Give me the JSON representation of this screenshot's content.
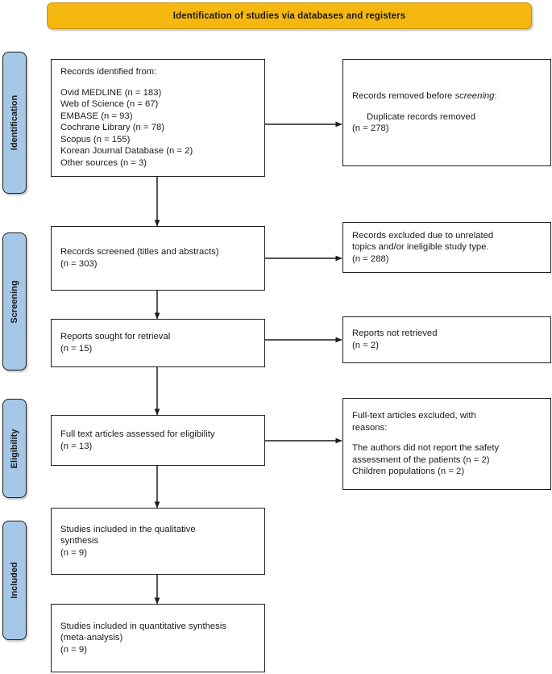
{
  "banner": {
    "title": "Identification of studies via databases and registers",
    "fill_color": "#F5B810",
    "border_color": "#C9930B"
  },
  "stages": [
    {
      "name": "identification",
      "label": "Identification"
    },
    {
      "name": "screening",
      "label": "Screening"
    },
    {
      "name": "eligibility",
      "label": "Eligibility"
    },
    {
      "name": "included",
      "label": "Included"
    }
  ],
  "stage_pill_style": {
    "fill_color": "#A6C8E8",
    "border_color": "#1d1d1d"
  },
  "boxes": {
    "records_identified": {
      "heading": "Records identified from:",
      "sources": [
        "Ovid MEDLINE (n = 183)",
        "Web of Science (n = 67)",
        "EMBASE (n = 93)",
        "Cochrane Library (n = 78)",
        "Scopus (n = 155)",
        "Korean Journal Database (n = 2)",
        "Other sources (n = 3)"
      ]
    },
    "records_removed": {
      "heading_prefix": "Records removed before ",
      "heading_italic": "screening",
      "heading_suffix": ":",
      "detail_label": "Duplicate records removed",
      "detail_count": "(n = 278)"
    },
    "records_screened": {
      "label": "Records screened (titles and abstracts)",
      "count": "(n = 303)"
    },
    "records_excluded": {
      "line1": "Records excluded due to unrelated",
      "line2": "topics and/or ineligible study type.",
      "count": "(n = 288)"
    },
    "reports_sought": {
      "label": "Reports sought for retrieval",
      "count": "(n = 15)"
    },
    "reports_not_retrieved": {
      "label": "Reports not retrieved",
      "count": "(n = 2)"
    },
    "fulltext_assessed": {
      "label": "Full text articles assessed for eligibility",
      "count": "(n = 13)"
    },
    "fulltext_excluded": {
      "heading_line1": "Full-text articles excluded, with",
      "heading_line2": "reasons:",
      "reasons": [
        "The authors did not report the safety",
        "assessment of the patients (n = 2)",
        "Children populations (n = 2)"
      ]
    },
    "qualitative_included": {
      "line1": "Studies included in the qualitative",
      "line2": "synthesis",
      "count": "(n = 9)"
    },
    "quantitative_included": {
      "line1": "Studies included in quantitative synthesis",
      "line2": "(meta-analysis)",
      "count": "(n = 9)"
    }
  }
}
